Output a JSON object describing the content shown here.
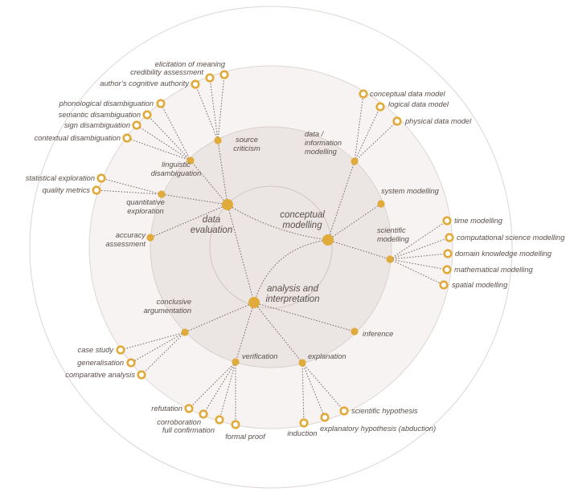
{
  "colors": {
    "accent": "#e0ab3b",
    "text": "#5a4f4a",
    "edge": "#7a6c66"
  },
  "diagram": {
    "core": [
      {
        "id": "data-evaluation",
        "lines": [
          "data",
          "evaluation"
        ]
      },
      {
        "id": "conceptual-modelling",
        "lines": [
          "conceptual",
          "modelling"
        ]
      },
      {
        "id": "analysis-and-interpretation",
        "lines": [
          "analysis and",
          "interpretation"
        ]
      }
    ],
    "mid": [
      {
        "id": "source-criticism",
        "lines": [
          "source",
          "criticism"
        ]
      },
      {
        "id": "linguistic-disambiguation",
        "lines": [
          "linguistic",
          "disambiguation"
        ]
      },
      {
        "id": "quantitative-exploration",
        "lines": [
          "quantitative",
          "exploration"
        ]
      },
      {
        "id": "accuracy-assessment",
        "lines": [
          "accuracy",
          "assessment"
        ]
      },
      {
        "id": "data-information-modelling",
        "lines": [
          "data /",
          "information",
          "modelling"
        ]
      },
      {
        "id": "system-modelling",
        "lines": [
          "system modelling"
        ]
      },
      {
        "id": "scientific-modelling",
        "lines": [
          "scientific",
          "modelling"
        ]
      },
      {
        "id": "conclusive-argumentation",
        "lines": [
          "conclusive",
          "argumentation"
        ]
      },
      {
        "id": "inference",
        "lines": [
          "inference"
        ]
      },
      {
        "id": "verification",
        "lines": [
          "verification"
        ]
      },
      {
        "id": "explanation",
        "lines": [
          "explanation"
        ]
      }
    ],
    "leaves": [
      {
        "id": "elicitation-of-meaning",
        "label": "elicitation of meaning"
      },
      {
        "id": "credibility-assessment",
        "label": "credibility assessment"
      },
      {
        "id": "authors-cognitive-authority",
        "label": "author’s cognitive authority"
      },
      {
        "id": "phonological-disambiguation",
        "label": "phonological disambiguation"
      },
      {
        "id": "semantic-disambiguation",
        "label": "semantic disambiguation"
      },
      {
        "id": "sign-disambiguation",
        "label": "sign disambiguation"
      },
      {
        "id": "contextual-disambiguation",
        "label": "contextual disambiguation"
      },
      {
        "id": "statistical-exploration",
        "label": "statistical exploration"
      },
      {
        "id": "quality-metrics",
        "label": "quality metrics"
      },
      {
        "id": "conceptual-data-model",
        "label": "conceptual data model"
      },
      {
        "id": "logical-data-model",
        "label": "logical data model"
      },
      {
        "id": "physical-data-model",
        "label": "physical data model"
      },
      {
        "id": "time-modelling",
        "label": "time modelling"
      },
      {
        "id": "computational-science-modelling",
        "label": "computational science modelling"
      },
      {
        "id": "domain-knowledge-modelling",
        "label": "domain knowledge modelling"
      },
      {
        "id": "mathematical-modelling",
        "label": "mathematical modelling"
      },
      {
        "id": "spatial-modelling",
        "label": "spatial modelling"
      },
      {
        "id": "case-study",
        "label": "case study"
      },
      {
        "id": "generalisation",
        "label": "generalisation"
      },
      {
        "id": "comparative-analysis",
        "label": "comparative analysis"
      },
      {
        "id": "refutation",
        "label": "refutation"
      },
      {
        "id": "corroboration",
        "label": "corroboration"
      },
      {
        "id": "full-confirmation",
        "label": "full confirmation"
      },
      {
        "id": "formal-proof",
        "label": "formal proof"
      },
      {
        "id": "induction",
        "label": "induction"
      },
      {
        "id": "explanatory-hypothesis-abduction",
        "label": "explanatory hypothesis (abduction)"
      },
      {
        "id": "scientific-hypothesis",
        "label": "scientific hypothesis"
      }
    ],
    "edges": [
      [
        "data-evaluation",
        "source-criticism"
      ],
      [
        "data-evaluation",
        "linguistic-disambiguation"
      ],
      [
        "data-evaluation",
        "quantitative-exploration"
      ],
      [
        "data-evaluation",
        "accuracy-assessment"
      ],
      [
        "data-evaluation",
        "conceptual-modelling"
      ],
      [
        "data-evaluation",
        "analysis-and-interpretation"
      ],
      [
        "conceptual-modelling",
        "data-information-modelling"
      ],
      [
        "conceptual-modelling",
        "system-modelling"
      ],
      [
        "conceptual-modelling",
        "scientific-modelling"
      ],
      [
        "conceptual-modelling",
        "analysis-and-interpretation"
      ],
      [
        "analysis-and-interpretation",
        "conclusive-argumentation"
      ],
      [
        "analysis-and-interpretation",
        "inference"
      ],
      [
        "analysis-and-interpretation",
        "verification"
      ],
      [
        "analysis-and-interpretation",
        "explanation"
      ],
      [
        "source-criticism",
        "elicitation-of-meaning"
      ],
      [
        "source-criticism",
        "credibility-assessment"
      ],
      [
        "source-criticism",
        "authors-cognitive-authority"
      ],
      [
        "linguistic-disambiguation",
        "phonological-disambiguation"
      ],
      [
        "linguistic-disambiguation",
        "semantic-disambiguation"
      ],
      [
        "linguistic-disambiguation",
        "sign-disambiguation"
      ],
      [
        "linguistic-disambiguation",
        "contextual-disambiguation"
      ],
      [
        "quantitative-exploration",
        "statistical-exploration"
      ],
      [
        "quantitative-exploration",
        "quality-metrics"
      ],
      [
        "data-information-modelling",
        "conceptual-data-model"
      ],
      [
        "data-information-modelling",
        "logical-data-model"
      ],
      [
        "data-information-modelling",
        "physical-data-model"
      ],
      [
        "scientific-modelling",
        "time-modelling"
      ],
      [
        "scientific-modelling",
        "computational-science-modelling"
      ],
      [
        "scientific-modelling",
        "domain-knowledge-modelling"
      ],
      [
        "scientific-modelling",
        "mathematical-modelling"
      ],
      [
        "scientific-modelling",
        "spatial-modelling"
      ],
      [
        "conclusive-argumentation",
        "case-study"
      ],
      [
        "conclusive-argumentation",
        "generalisation"
      ],
      [
        "conclusive-argumentation",
        "comparative-analysis"
      ],
      [
        "verification",
        "refutation"
      ],
      [
        "verification",
        "corroboration"
      ],
      [
        "verification",
        "full-confirmation"
      ],
      [
        "verification",
        "formal-proof"
      ],
      [
        "explanation",
        "induction"
      ],
      [
        "explanation",
        "explanatory-hypothesis-abduction"
      ],
      [
        "explanation",
        "scientific-hypothesis"
      ]
    ]
  }
}
